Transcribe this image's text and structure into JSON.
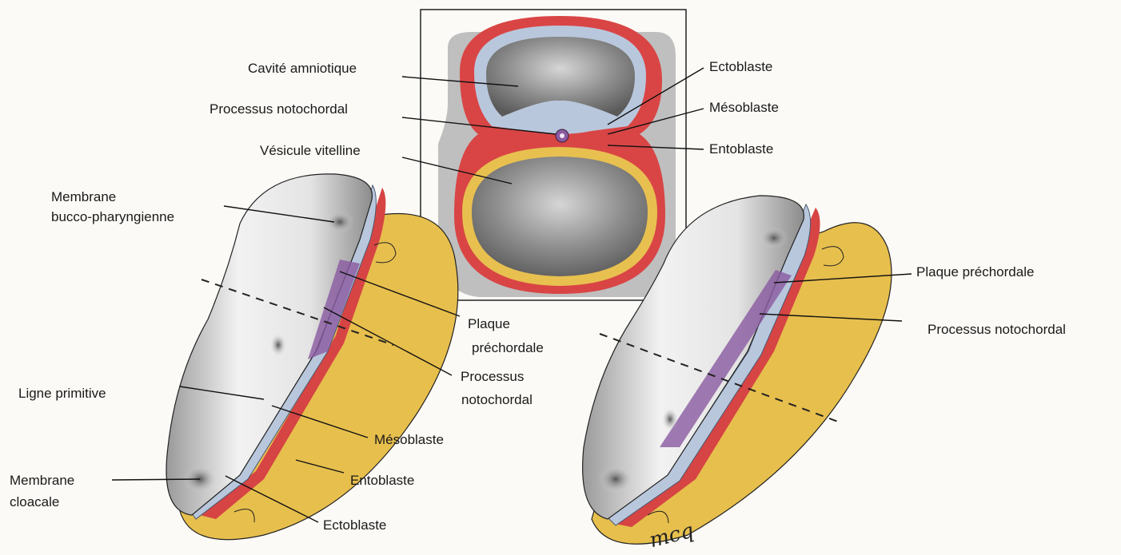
{
  "labels": {
    "cavite_amniotique": "Cavité amniotique",
    "processus_notochordal_top": "Processus notochordal",
    "vesicule_vitelline": "Vésicule vitelline",
    "ectoblaste_top": "Ectoblaste",
    "mesoblaste_top": "Mésoblaste",
    "entoblaste_top": "Entoblaste",
    "membrane_bucco_line1": "Membrane",
    "membrane_bucco_line2": "bucco-pharyngienne",
    "plaque_left_line1": "Plaque",
    "plaque_left_line2": "préchordale",
    "processus_left_line1": "Processus",
    "processus_left_line2": "notochordal",
    "ligne_primitive": "Ligne primitive",
    "mesoblaste_left": "Mésoblaste",
    "entoblaste_left": "Entoblaste",
    "membrane_cloacale_line1": "Membrane",
    "membrane_cloacale_line2": "cloacale",
    "ectoblaste_left": "Ectoblaste",
    "plaque_right": "Plaque préchordale",
    "processus_right": "Processus notochordal"
  },
  "signature": "mcq",
  "colors": {
    "ectoblast": "#b9c7dc",
    "mesoblast": "#d94a4a",
    "entoblast": "#e8c050",
    "surface": "#d9d9d9",
    "cavity": "#8a8a8a",
    "notochord": "#8a5aa0"
  }
}
